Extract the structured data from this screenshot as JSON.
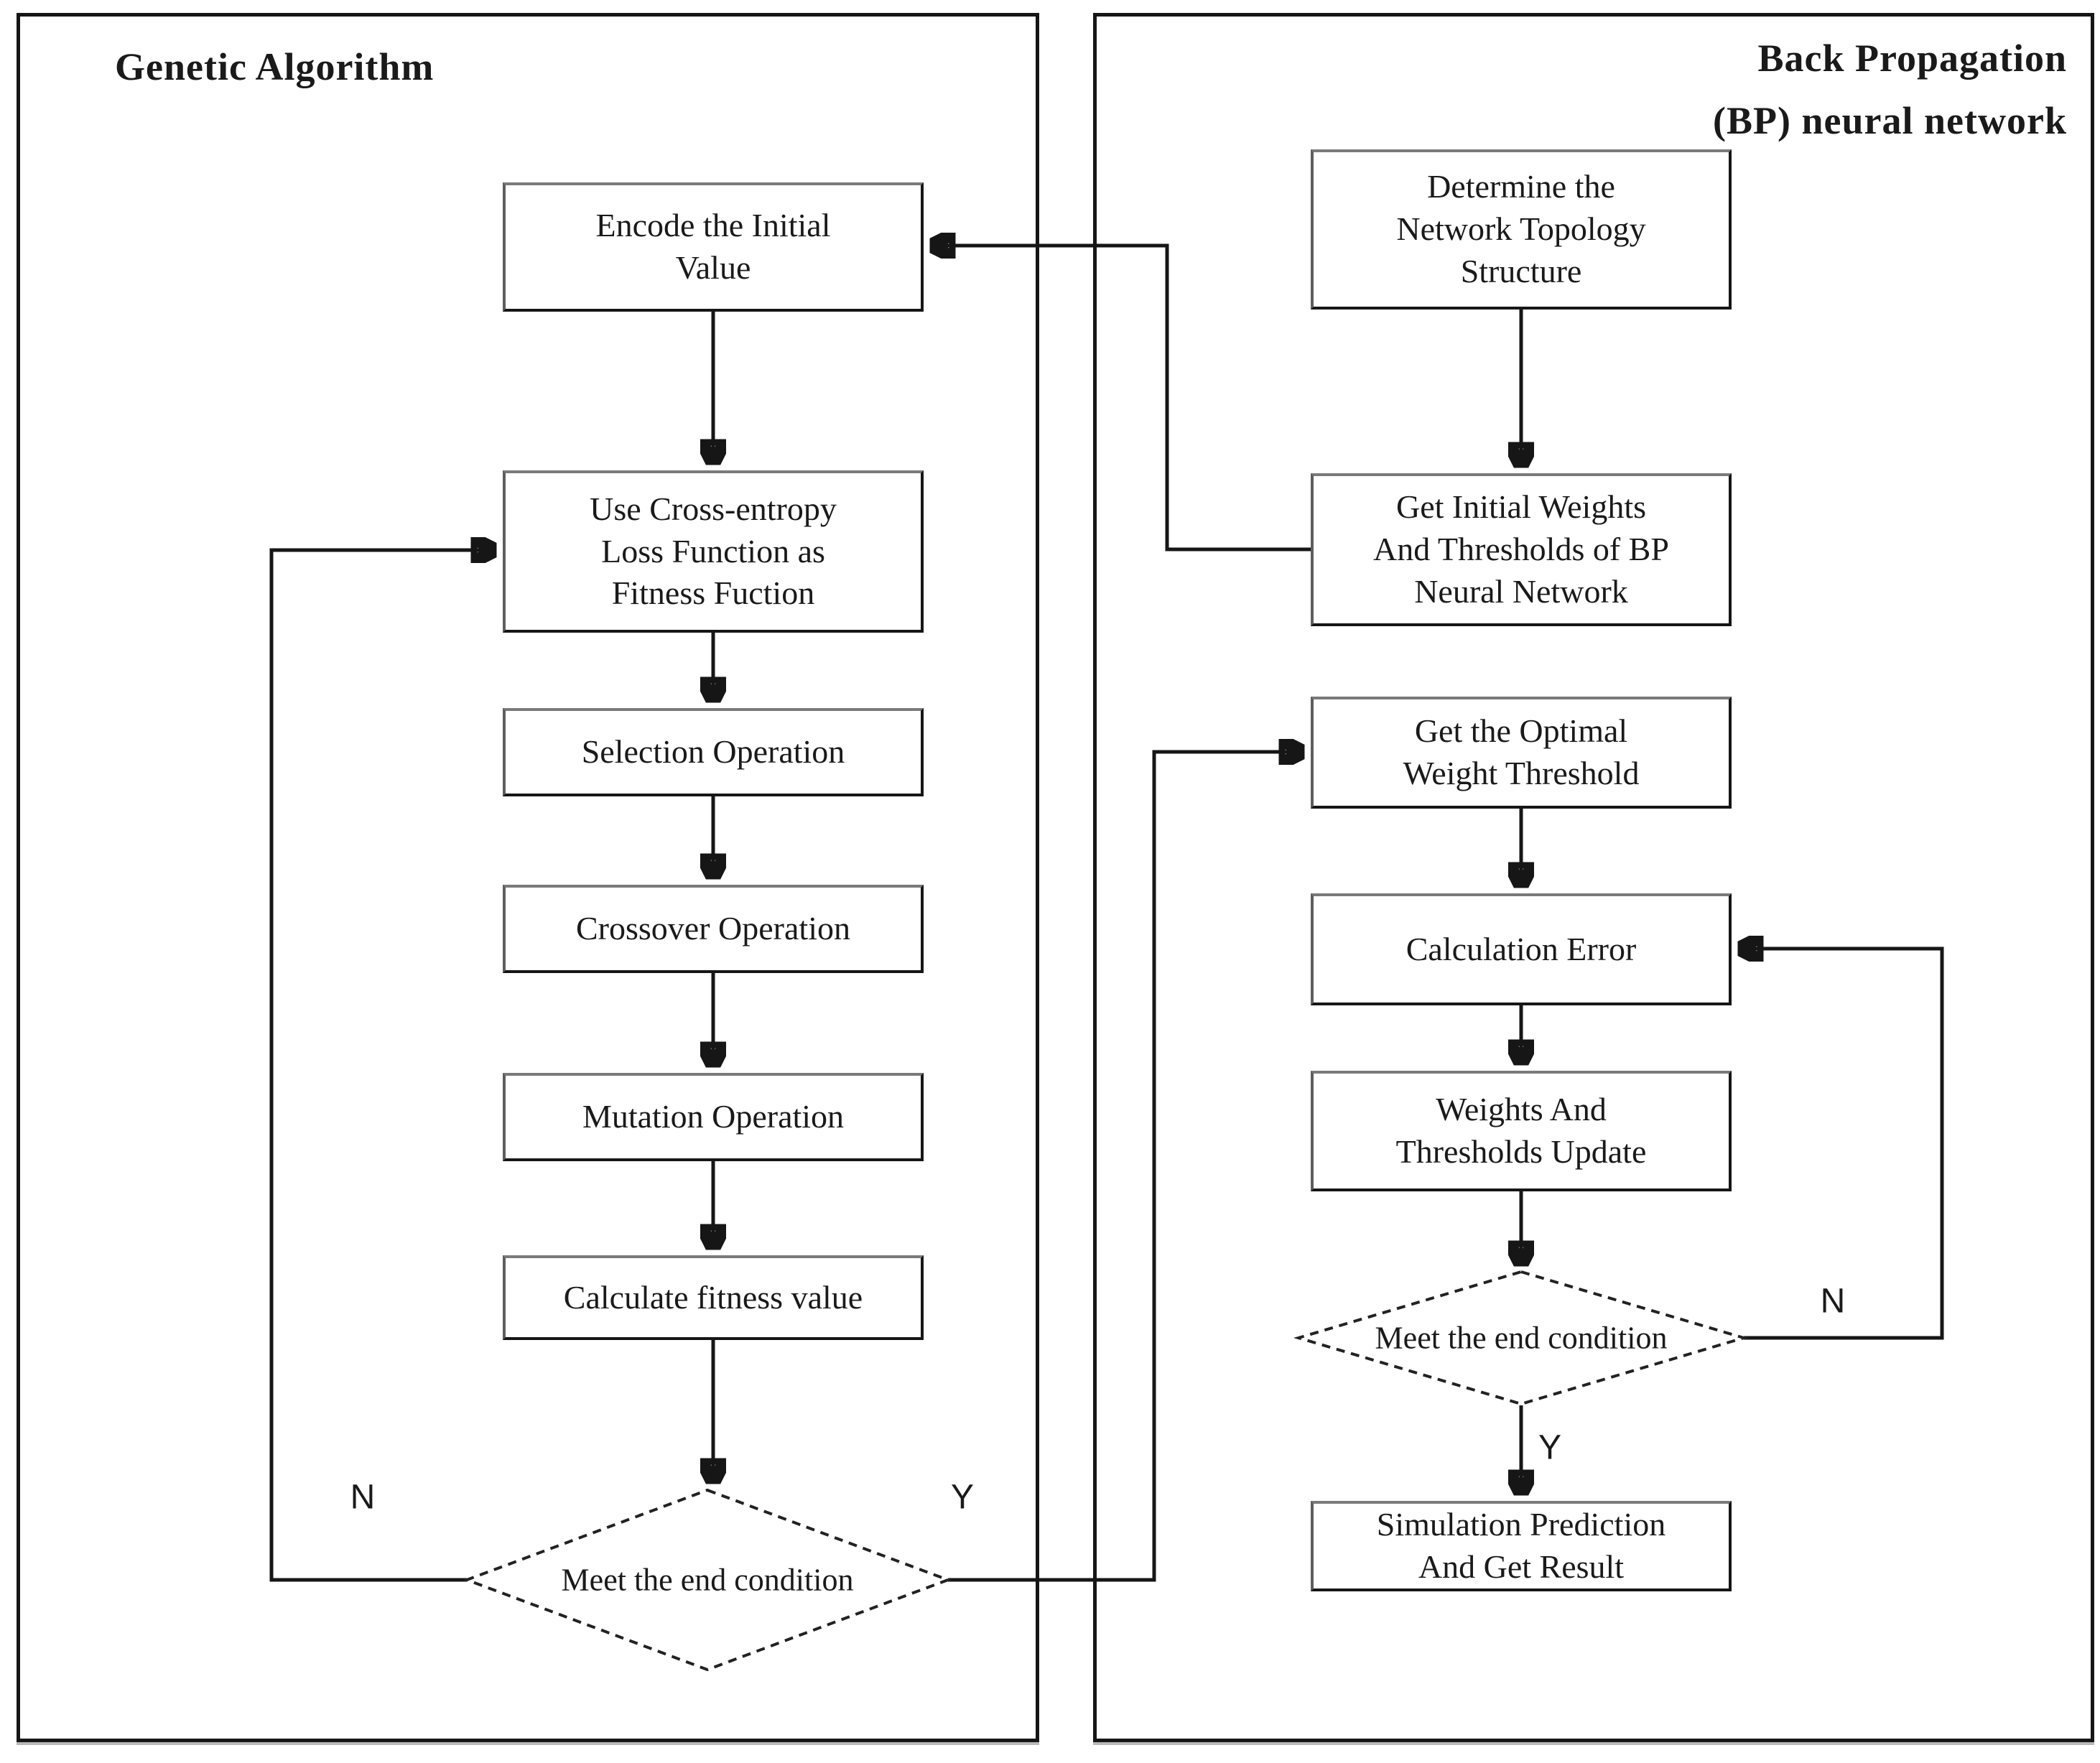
{
  "colors": {
    "ink": "#161616",
    "box_border": "#4a4a4a",
    "background": "#ffffff"
  },
  "left_panel": {
    "title": "Genetic Algorithm",
    "boxes": {
      "encode": {
        "lines": [
          "Encode the Initial",
          "Value"
        ]
      },
      "cross_entropy": {
        "lines": [
          "Use Cross-entropy",
          "Loss Function as",
          "Fitness Fuction"
        ]
      },
      "selection": {
        "lines": [
          "Selection Operation"
        ]
      },
      "crossover": {
        "lines": [
          "Crossover Operation"
        ]
      },
      "mutation": {
        "lines": [
          "Mutation Operation"
        ]
      },
      "calc_fitness": {
        "lines": [
          "Calculate fitness value"
        ]
      }
    },
    "decision": {
      "label": "Meet the end condition"
    },
    "branch_no": "N",
    "branch_yes": "Y"
  },
  "right_panel": {
    "title_lines": [
      "Back Propagation",
      "(BP) neural network"
    ],
    "boxes": {
      "determine": {
        "lines": [
          "Determine the",
          "Network Topology",
          "Structure"
        ]
      },
      "get_initial": {
        "lines": [
          "Get Initial Weights",
          "And Thresholds of BP",
          "Neural Network"
        ]
      },
      "get_optimal": {
        "lines": [
          "Get the Optimal",
          "Weight Threshold"
        ]
      },
      "calc_error": {
        "lines": [
          "Calculation Error"
        ]
      },
      "weights_update": {
        "lines": [
          "Weights And",
          "Thresholds Update"
        ]
      },
      "simulation": {
        "lines": [
          "Simulation Prediction",
          "And Get Result"
        ]
      }
    },
    "decision": {
      "label": "Meet the end condition"
    },
    "branch_no": "N",
    "branch_yes": "Y"
  }
}
